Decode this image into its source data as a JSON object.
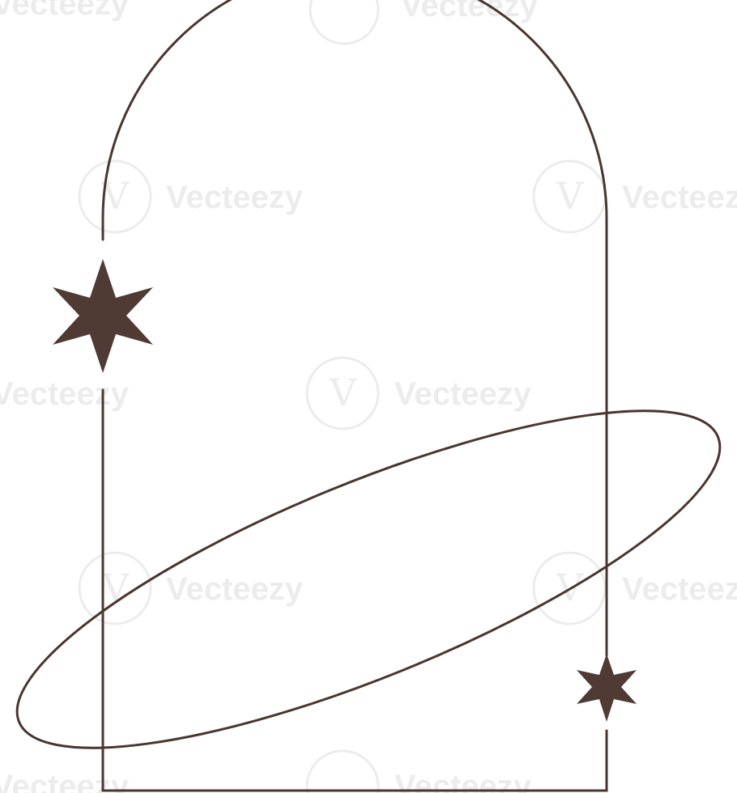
{
  "colors": {
    "background": "#ffffff",
    "line": "#4a3530",
    "star": "#4f3a34",
    "watermark": "#ececec"
  },
  "watermark": {
    "brand": "Vecteezy",
    "logo_glyph": "V"
  },
  "illustration": {
    "elements": [
      "arch-frame",
      "orbit-ellipse",
      "large-star-icon",
      "small-star-icon"
    ]
  }
}
